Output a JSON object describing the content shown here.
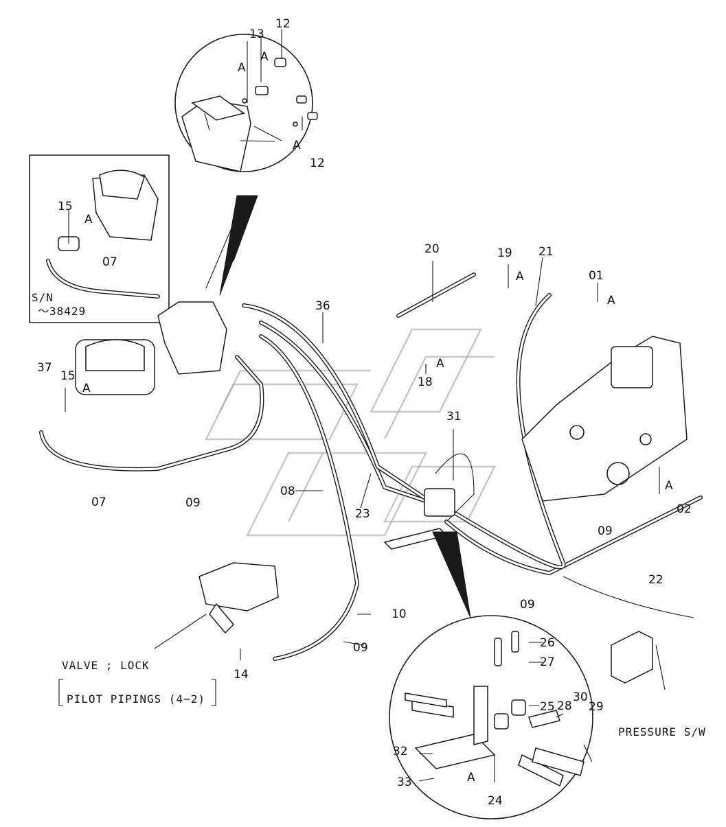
{
  "labels": {
    "p01": "01",
    "p02": "02",
    "p07a": "07",
    "p07b": "07",
    "p08": "08",
    "p09a": "09",
    "p09b": "09",
    "p09c": "09",
    "p09d": "09",
    "p10": "10",
    "p12a": "12",
    "p12b": "12",
    "p13": "13",
    "p14": "14",
    "p15a": "15",
    "p15b": "15",
    "p18": "18",
    "p19": "19",
    "p20": "20",
    "p21": "21",
    "p22": "22",
    "p23": "23",
    "p24": "24",
    "p25": "25",
    "p26": "26",
    "p27": "27",
    "p28": "28",
    "p29": "29",
    "p30": "30",
    "p31": "31",
    "p32": "32",
    "p33": "33",
    "p36": "36",
    "p37": "37"
  },
  "markers": {
    "a1": "A",
    "a2": "A",
    "a3": "A",
    "a4": "A",
    "a5": "A",
    "a6": "A",
    "a7": "A",
    "a8": "A",
    "a9": "A",
    "a10": "A"
  },
  "notes": {
    "serial_line1": "S/N",
    "serial_line2": "～38429",
    "valve_lock": "VALVE ; LOCK",
    "pilot_pipings": "PILOT PIPINGS (4−2)",
    "pressure_switch": "PRESSURE S/W"
  }
}
